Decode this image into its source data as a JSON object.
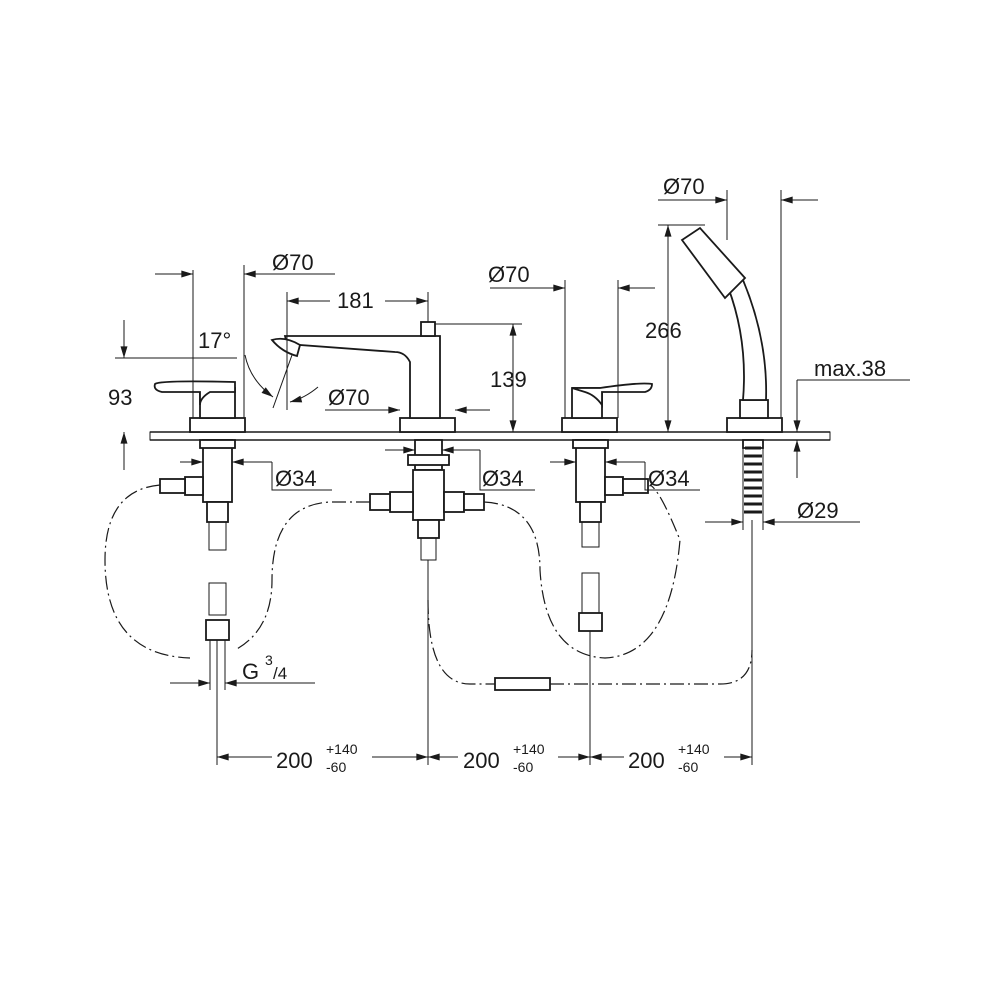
{
  "drawing": {
    "dimensions": {
      "valve_diameter_left": "Ø70",
      "spout_projection": "181",
      "spout_angle": "17°",
      "valve_height": "93",
      "spout_base_diameter": "Ø70",
      "spout_height": "139",
      "valve_diameter_right": "Ø70",
      "shower_diameter": "Ø70",
      "shower_height": "266",
      "deck_thickness": "max.38",
      "hole_left": "Ø34",
      "hole_center": "Ø34",
      "hole_right": "Ø34",
      "shower_hole": "Ø29",
      "thread_prefix": "G",
      "thread_num": "3",
      "thread_den": "/4",
      "spacing": [
        {
          "nominal": "200",
          "plus": "+140",
          "minus": "-60"
        },
        {
          "nominal": "200",
          "plus": "+140",
          "minus": "-60"
        },
        {
          "nominal": "200",
          "plus": "+140",
          "minus": "-60"
        }
      ]
    }
  }
}
